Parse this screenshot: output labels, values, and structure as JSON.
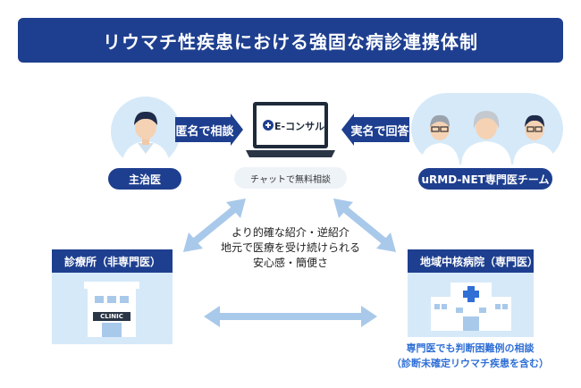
{
  "title": "リウマチ性疾患における強固な病診連携体制",
  "left_doctor": {
    "label": "主治医",
    "arrow_label": "匿名で相談"
  },
  "laptop": {
    "logo_text": "E-コンサル",
    "caption": "チャットで無料相談"
  },
  "right_team": {
    "label": "uRMD-NET専門医チーム",
    "arrow_label": "実名で回答"
  },
  "center": {
    "line1": "より的確な紹介・逆紹介",
    "line2": "地元で医療を受け続けられる",
    "line3": "安心感・簡便さ"
  },
  "clinic": {
    "header": "診療所（非専門医）",
    "sign": "CLINIC"
  },
  "hospital": {
    "header": "地域中核病院（専門医）",
    "note_line1": "専門医でも判断困難例の相談",
    "note_line2": "（診断未確定リウマチ疾患を含む）"
  },
  "colors": {
    "navy": "#1e3f8f",
    "light_blue": "#d6e9f8",
    "arrow_blue": "#a9c9ea",
    "note_blue": "#2f6fd6"
  }
}
